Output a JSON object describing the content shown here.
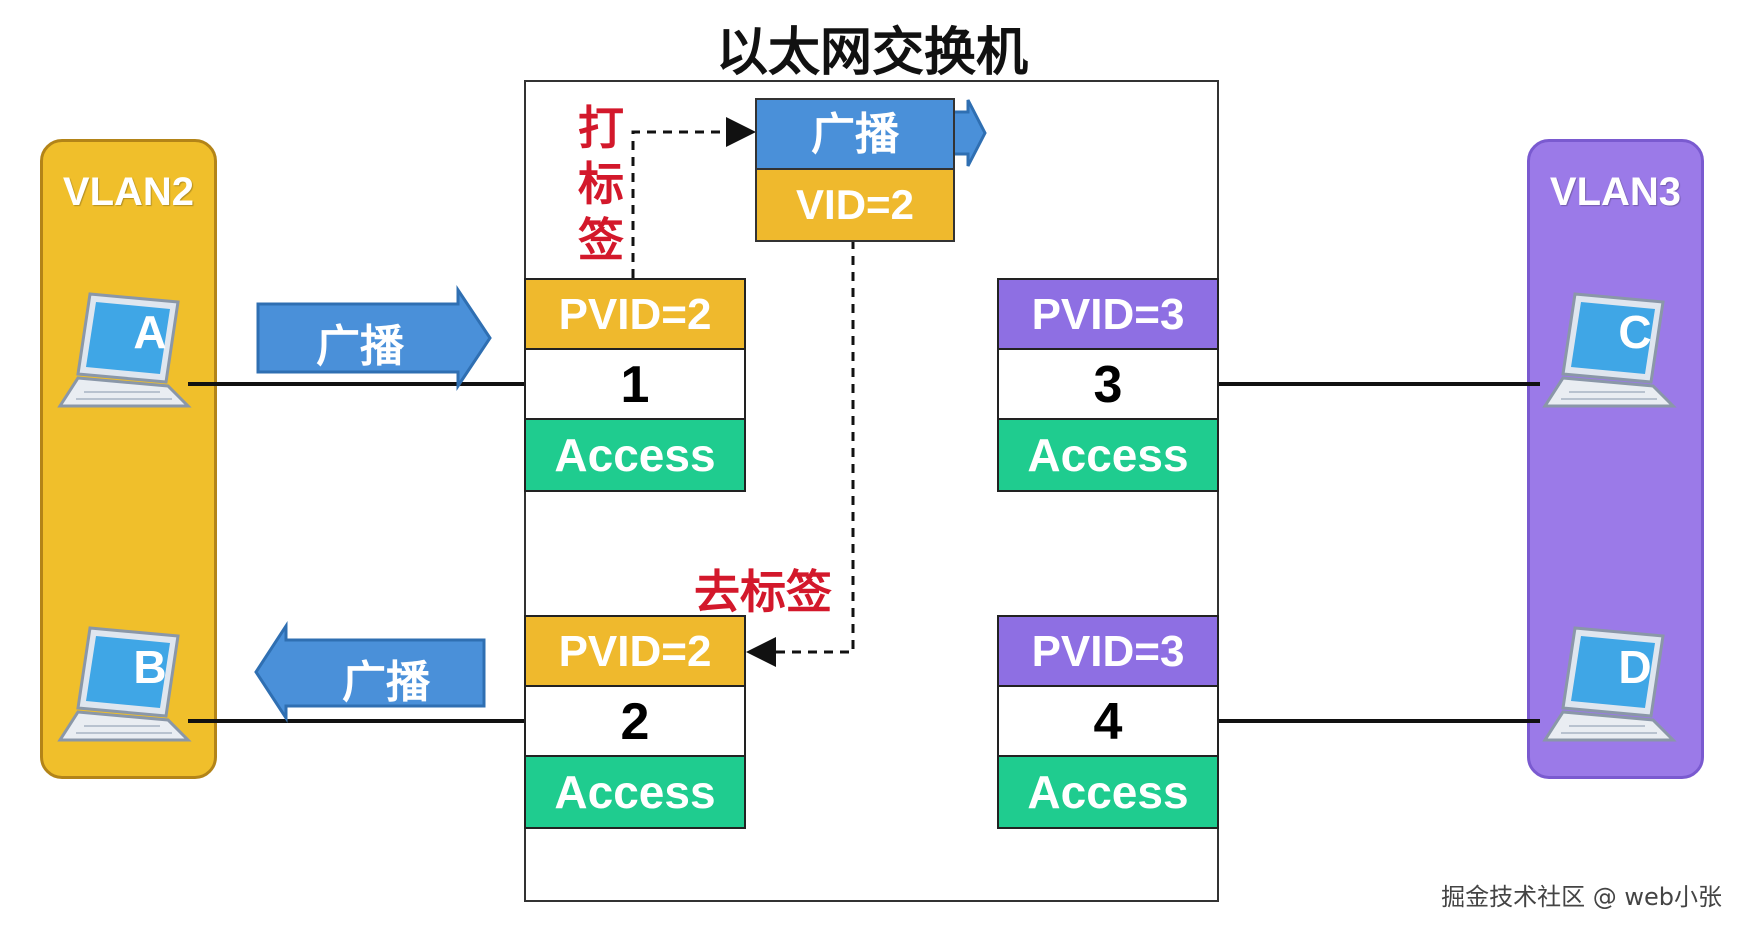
{
  "title": "以太网交换机",
  "vlans": [
    {
      "name": "VLAN2",
      "color": "#f0bf2b"
    },
    {
      "name": "VLAN3",
      "color": "#9b7ae8"
    }
  ],
  "hosts": [
    "A",
    "B",
    "C",
    "D"
  ],
  "ports": [
    {
      "pvid": "PVID=2",
      "number": "1",
      "mode": "Access"
    },
    {
      "pvid": "PVID=2",
      "number": "2",
      "mode": "Access"
    },
    {
      "pvid": "PVID=3",
      "number": "3",
      "mode": "Access"
    },
    {
      "pvid": "PVID=3",
      "number": "4",
      "mode": "Access"
    }
  ],
  "frame": {
    "header": "广播",
    "vid": "VID=2"
  },
  "broadcast_in": "广播",
  "broadcast_out": "广播",
  "tag_label": "打标签",
  "untag_label": "去标签",
  "watermark": "掘金技术社区 @ web小张",
  "colors": {
    "access": "#1fcc8f",
    "pvid2": "#efb92d",
    "pvid3": "#8e6fe3",
    "broadcast": "#4a90d9",
    "label_red": "#d3182b"
  }
}
